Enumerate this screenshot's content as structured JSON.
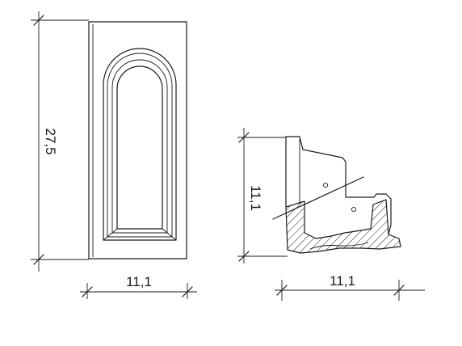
{
  "front_view": {
    "height_label": "27,5",
    "width_label": "11,1"
  },
  "section_view": {
    "height_label": "11,1",
    "width_label": "11,1"
  }
}
